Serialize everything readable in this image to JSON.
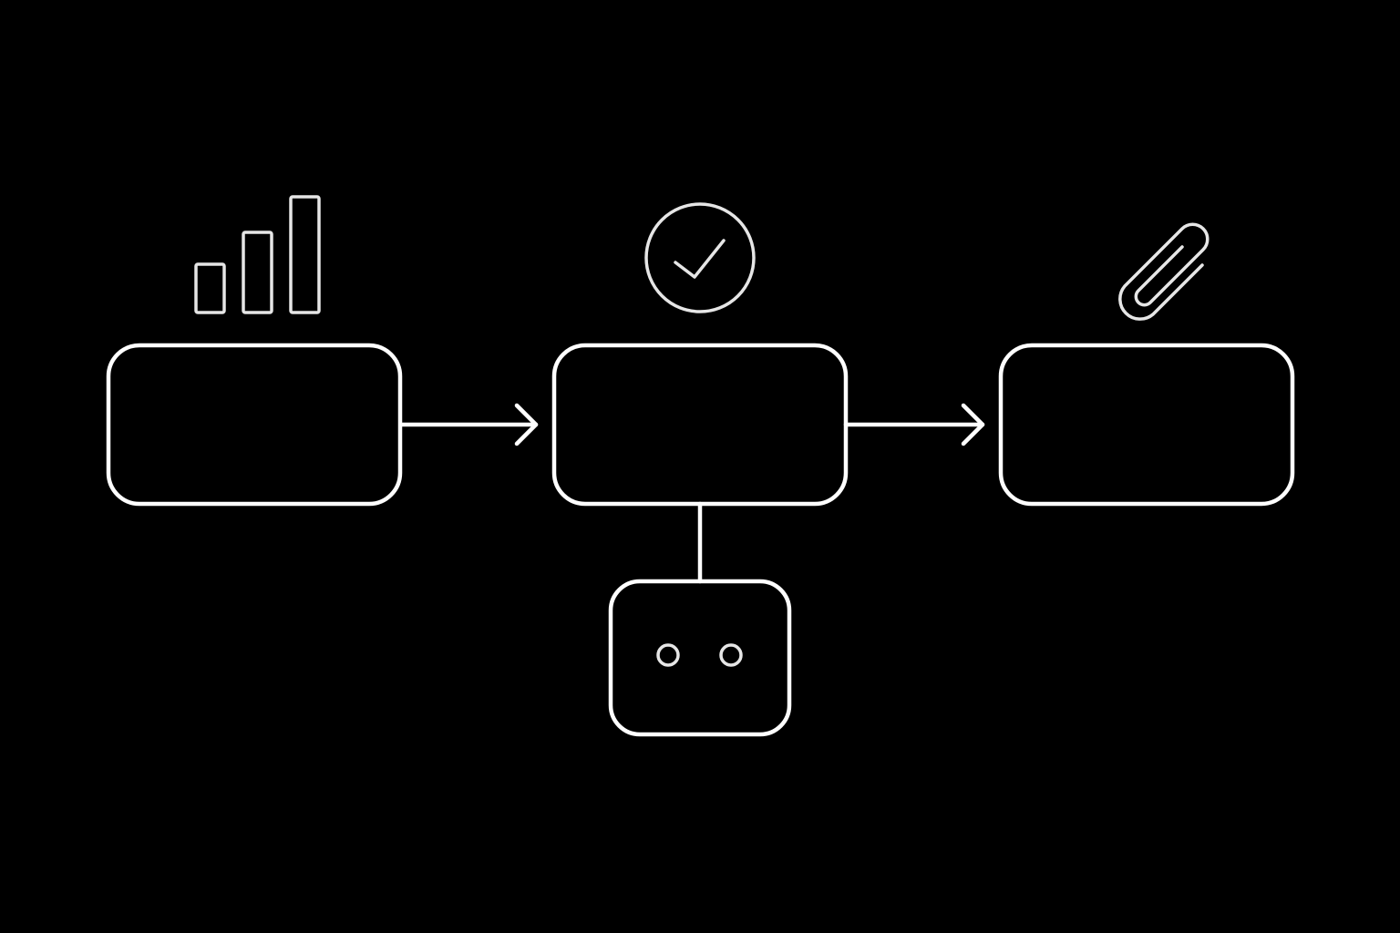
{
  "colors": {
    "background": "#000000",
    "stroke": "#ffffff",
    "icon_stroke": "#e6e6e6"
  },
  "nodes": [
    {
      "id": "node-1",
      "label": "",
      "icon": "bar-chart-icon"
    },
    {
      "id": "node-2",
      "label": "",
      "icon": "check-circle-icon"
    },
    {
      "id": "node-3",
      "label": "",
      "icon": "paperclip-icon"
    },
    {
      "id": "node-4",
      "label": "",
      "icon": "two-dots-icon"
    }
  ],
  "edges": [
    {
      "from": "node-1",
      "to": "node-2",
      "type": "arrow"
    },
    {
      "from": "node-2",
      "to": "node-3",
      "type": "arrow"
    },
    {
      "from": "node-2",
      "to": "node-4",
      "type": "line"
    }
  ]
}
